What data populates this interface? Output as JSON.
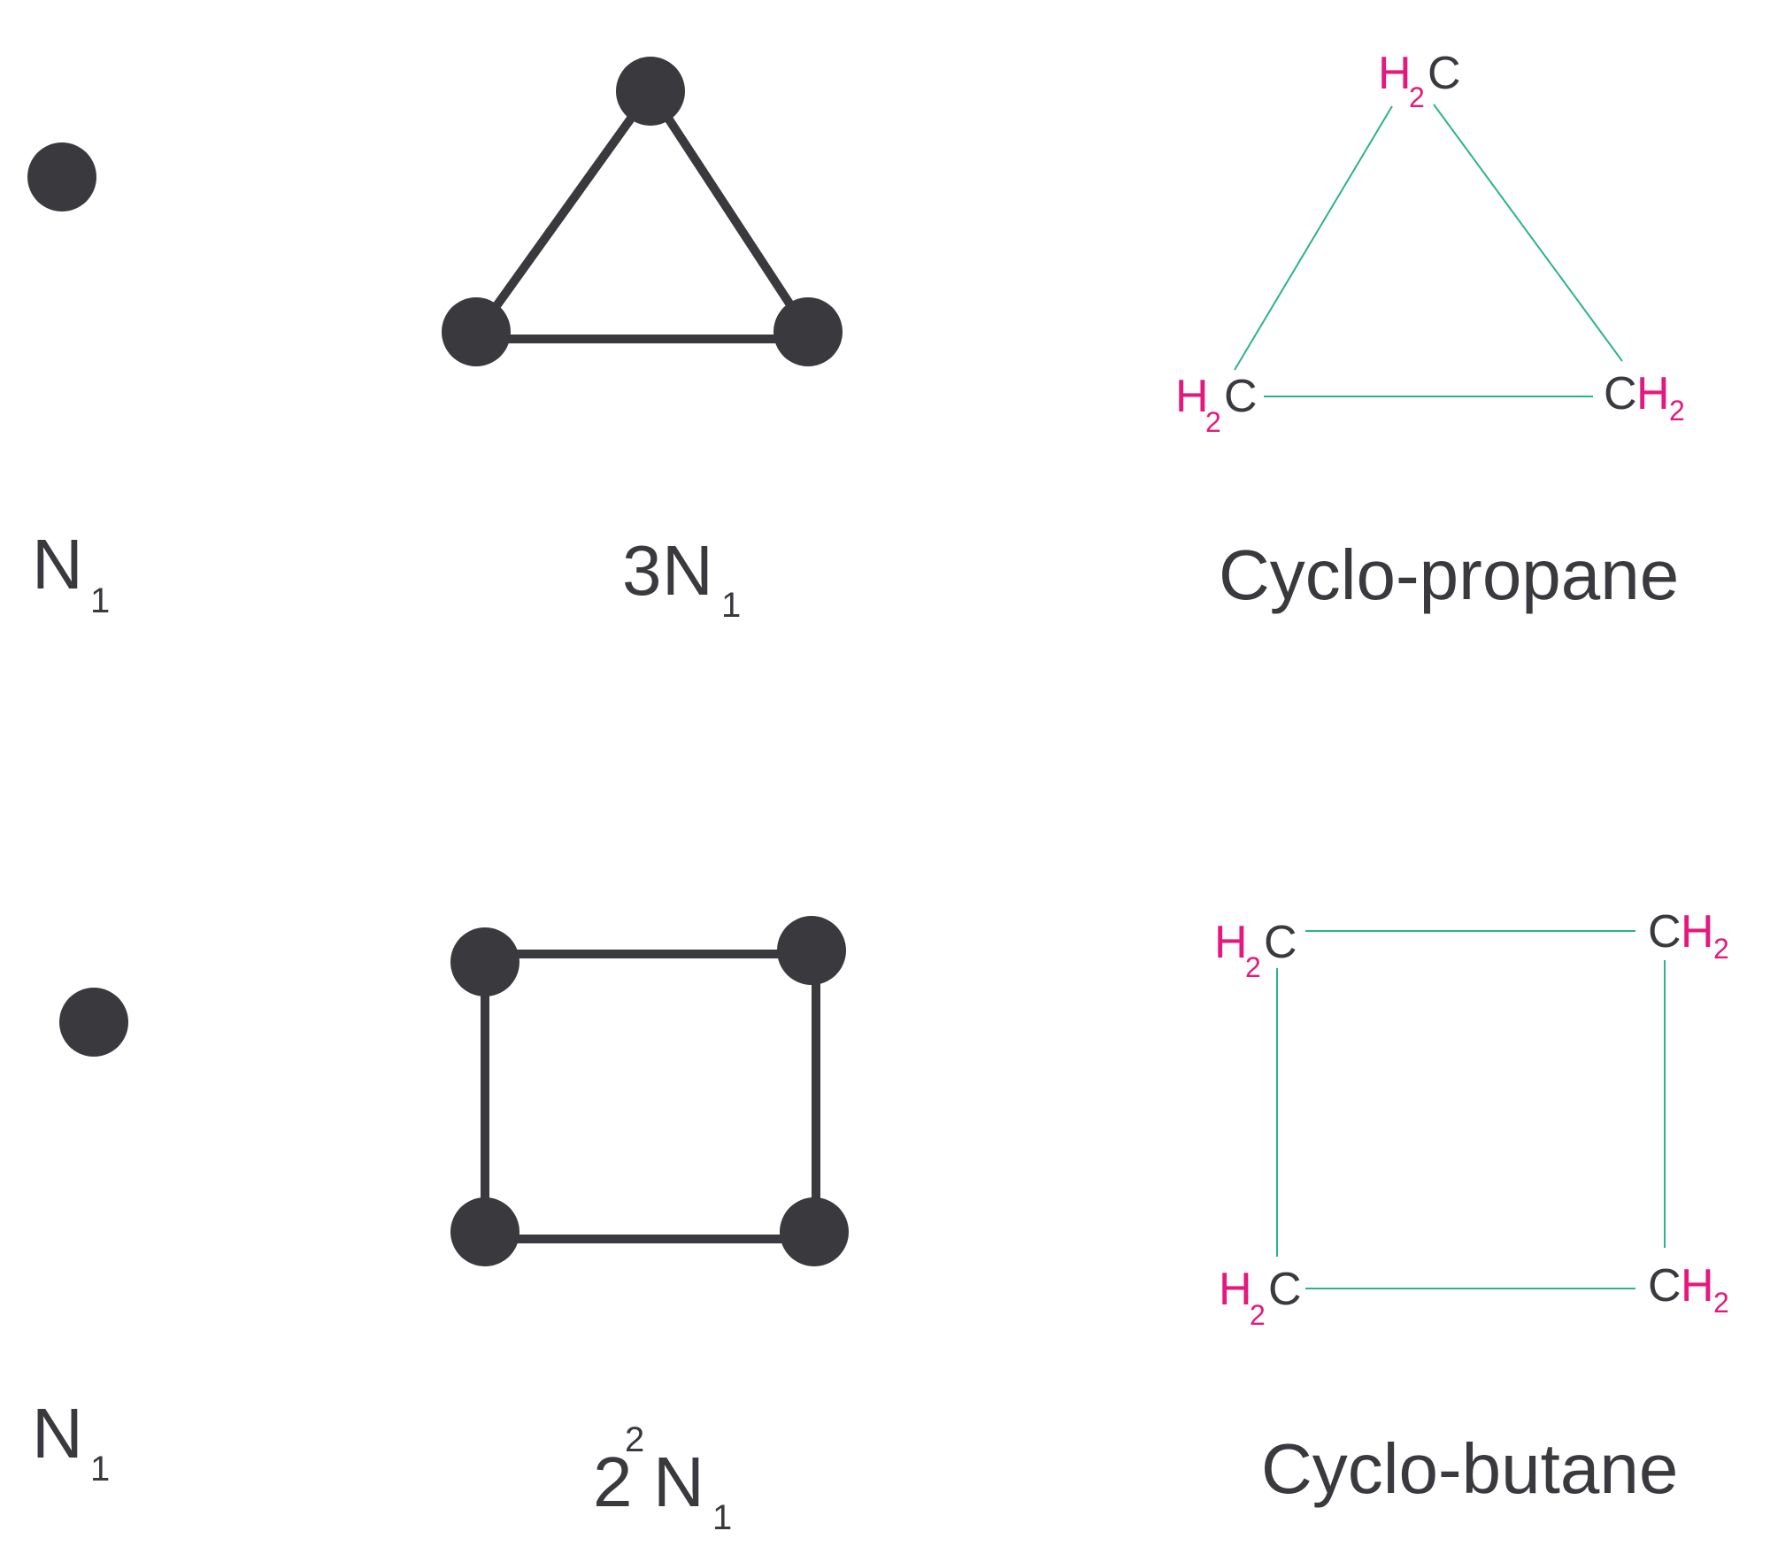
{
  "colors": {
    "graph": "#3a393e",
    "bond": "#2bb38a",
    "hydrogen": "#e5197d",
    "carbon": "#3a393e"
  },
  "row1": {
    "single_node": {
      "label_main": "N",
      "label_sub": "1"
    },
    "triangle_graph": {
      "label_coef": "3",
      "label_main": "N",
      "label_sub": "1"
    },
    "cyclopropane": {
      "name": "Cyclo-propane",
      "top": {
        "h": "H",
        "sub": "2",
        "c": "C"
      },
      "left": {
        "h": "H",
        "sub": "2",
        "c": "C"
      },
      "right": {
        "c": "C",
        "h": "H",
        "sub": "2"
      }
    }
  },
  "row2": {
    "single_node": {
      "label_main": "N",
      "label_sub": "1"
    },
    "square_graph": {
      "label_coef": "2",
      "label_sup": "2",
      "label_main": "N",
      "label_sub": "1"
    },
    "cyclobutane": {
      "name": "Cyclo-butane",
      "top_left": {
        "h": "H",
        "sub": "2",
        "c": "C"
      },
      "top_right": {
        "c": "C",
        "h": "H",
        "sub": "2"
      },
      "bottom_left": {
        "h": "H",
        "sub": "2",
        "c": "C"
      },
      "bottom_right": {
        "c": "C",
        "h": "H",
        "sub": "2"
      }
    }
  }
}
